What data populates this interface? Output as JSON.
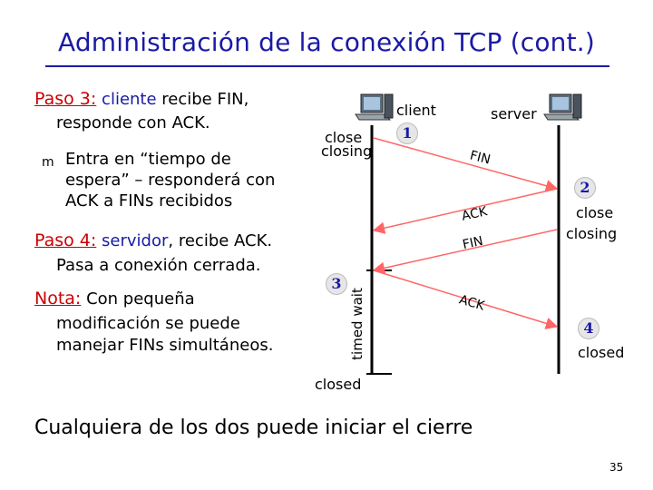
{
  "title": "Administración de la conexión TCP (cont.)",
  "left": {
    "step3": {
      "label": "Paso 3:",
      "actor": "cliente",
      "text": " recibe FIN,",
      "cont": "responde con ACK."
    },
    "bullet": {
      "icon": "m",
      "line1": "Entra en “tiempo de",
      "line2": "espera” – responderá con",
      "line3": "ACK a FINs recibidos"
    },
    "step4": {
      "label": "Paso 4:",
      "actor": "servidor",
      "text": ", recibe ACK.",
      "cont": "Pasa a conexión cerrada."
    },
    "note": {
      "label": "Nota:",
      "line1": "Con pequeña",
      "line2": "modificación se puede",
      "line3": "manejar FINs simultáneos."
    }
  },
  "diagram": {
    "client_label": "client",
    "server_label": "server",
    "client_state1_line1": "close",
    "client_state1_line2": "closing",
    "server_state2_line1": "close",
    "server_state2_line2": "closing",
    "server_state4": "closed",
    "client_final": "closed",
    "timed_wait": "timed wait",
    "steps": [
      "1",
      "2",
      "3",
      "4"
    ],
    "messages": {
      "fin1": "FIN",
      "ack1": "ACK",
      "fin2": "FIN",
      "ack2": "ACK"
    }
  },
  "footer": {
    "caption": "Cualquiera de los dos puede iniciar el cierre",
    "page": "35"
  },
  "colors": {
    "title": "#1a1aa6",
    "step_label": "#cc0000",
    "arrow": "#ff6666",
    "timeline": "#000000"
  }
}
